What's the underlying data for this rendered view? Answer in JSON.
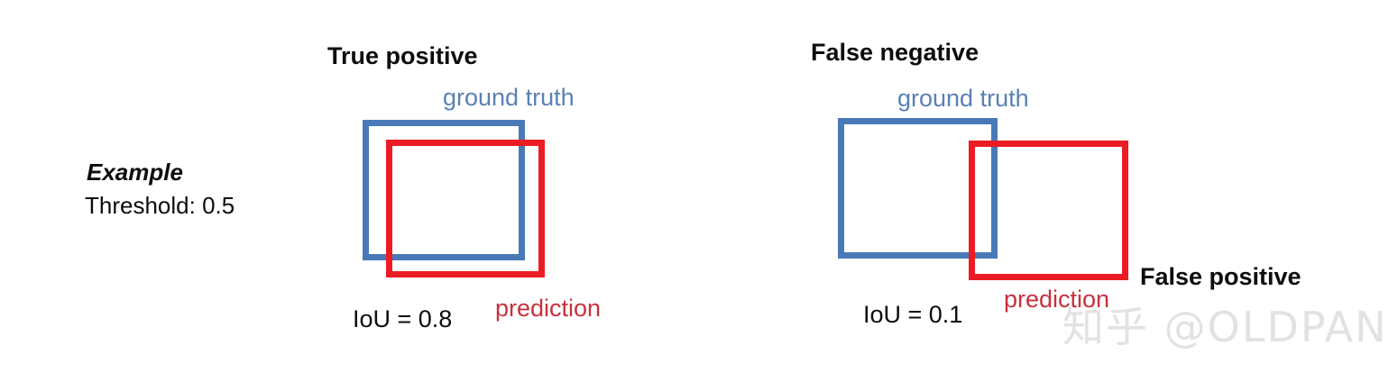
{
  "figure": {
    "background_color": "#ffffff",
    "colors": {
      "ground_truth_box": "#4a79b8",
      "prediction_box": "#ec1c24",
      "ground_truth_label": "#5b80b4",
      "prediction_label": "#c9303c",
      "heading": "#0d0d0d",
      "watermark": "#e2e2e2"
    }
  },
  "legend": {
    "example_title": "Example",
    "threshold_text": "Threshold: 0.5"
  },
  "panels": [
    {
      "id": "true-positive",
      "heading": "True positive",
      "ground_truth_label": "ground truth",
      "prediction_label": "prediction",
      "iou_text": "IoU = 0.8",
      "iou_value": 0.8,
      "extra_label": null
    },
    {
      "id": "false-negative",
      "heading": "False negative",
      "ground_truth_label": "ground truth",
      "prediction_label": "prediction",
      "iou_text": "IoU = 0.1",
      "iou_value": 0.1,
      "extra_label": "False positive"
    }
  ],
  "watermark": {
    "text": "知乎 @OLDPAN"
  }
}
